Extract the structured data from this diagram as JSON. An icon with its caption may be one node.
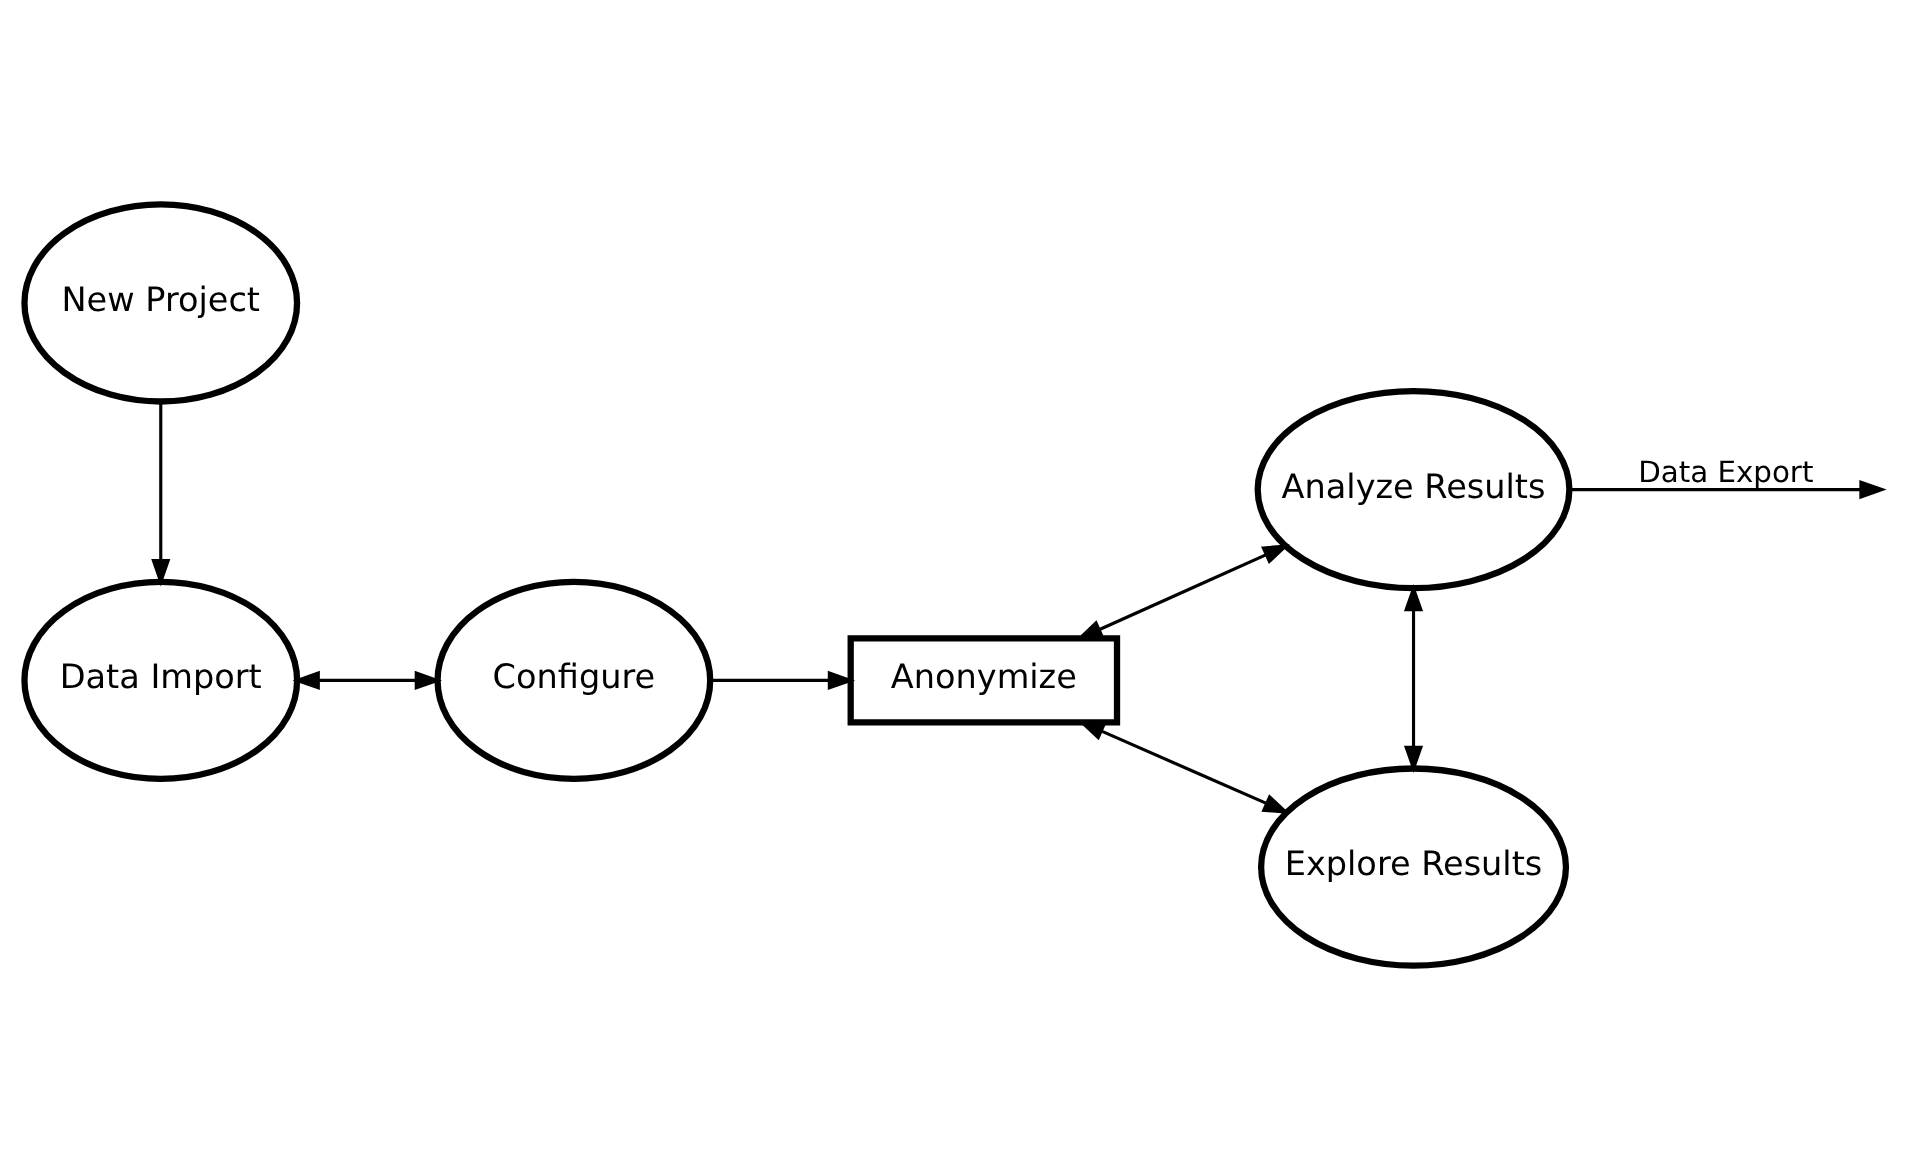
{
  "diagram": {
    "nodes": [
      {
        "text": [
          "New Project"
        ]
      },
      {
        "text": [
          "Data Import"
        ]
      },
      {
        "text": [
          "Configure"
        ]
      },
      {
        "text": [
          "Anonymize"
        ]
      },
      {
        "text": [
          "Analyze Results"
        ]
      },
      {
        "text": [
          "Explore Results"
        ]
      }
    ],
    "edges": [
      {
        "from": 0,
        "to": 1,
        "arrow": "to"
      },
      {
        "from": 1,
        "to": 2,
        "arrow": "both"
      },
      {
        "from": 2,
        "to": 3,
        "arrow": "to"
      },
      {
        "from": 3,
        "to": 4,
        "arrow": "both"
      },
      {
        "from": 4,
        "to": 5,
        "arrow": "both"
      },
      {
        "from": 3,
        "to": 5,
        "arrow": "both"
      },
      {
        "from": 4,
        "to": null,
        "arrow": "to",
        "label": "Data Export"
      }
    ]
  }
}
